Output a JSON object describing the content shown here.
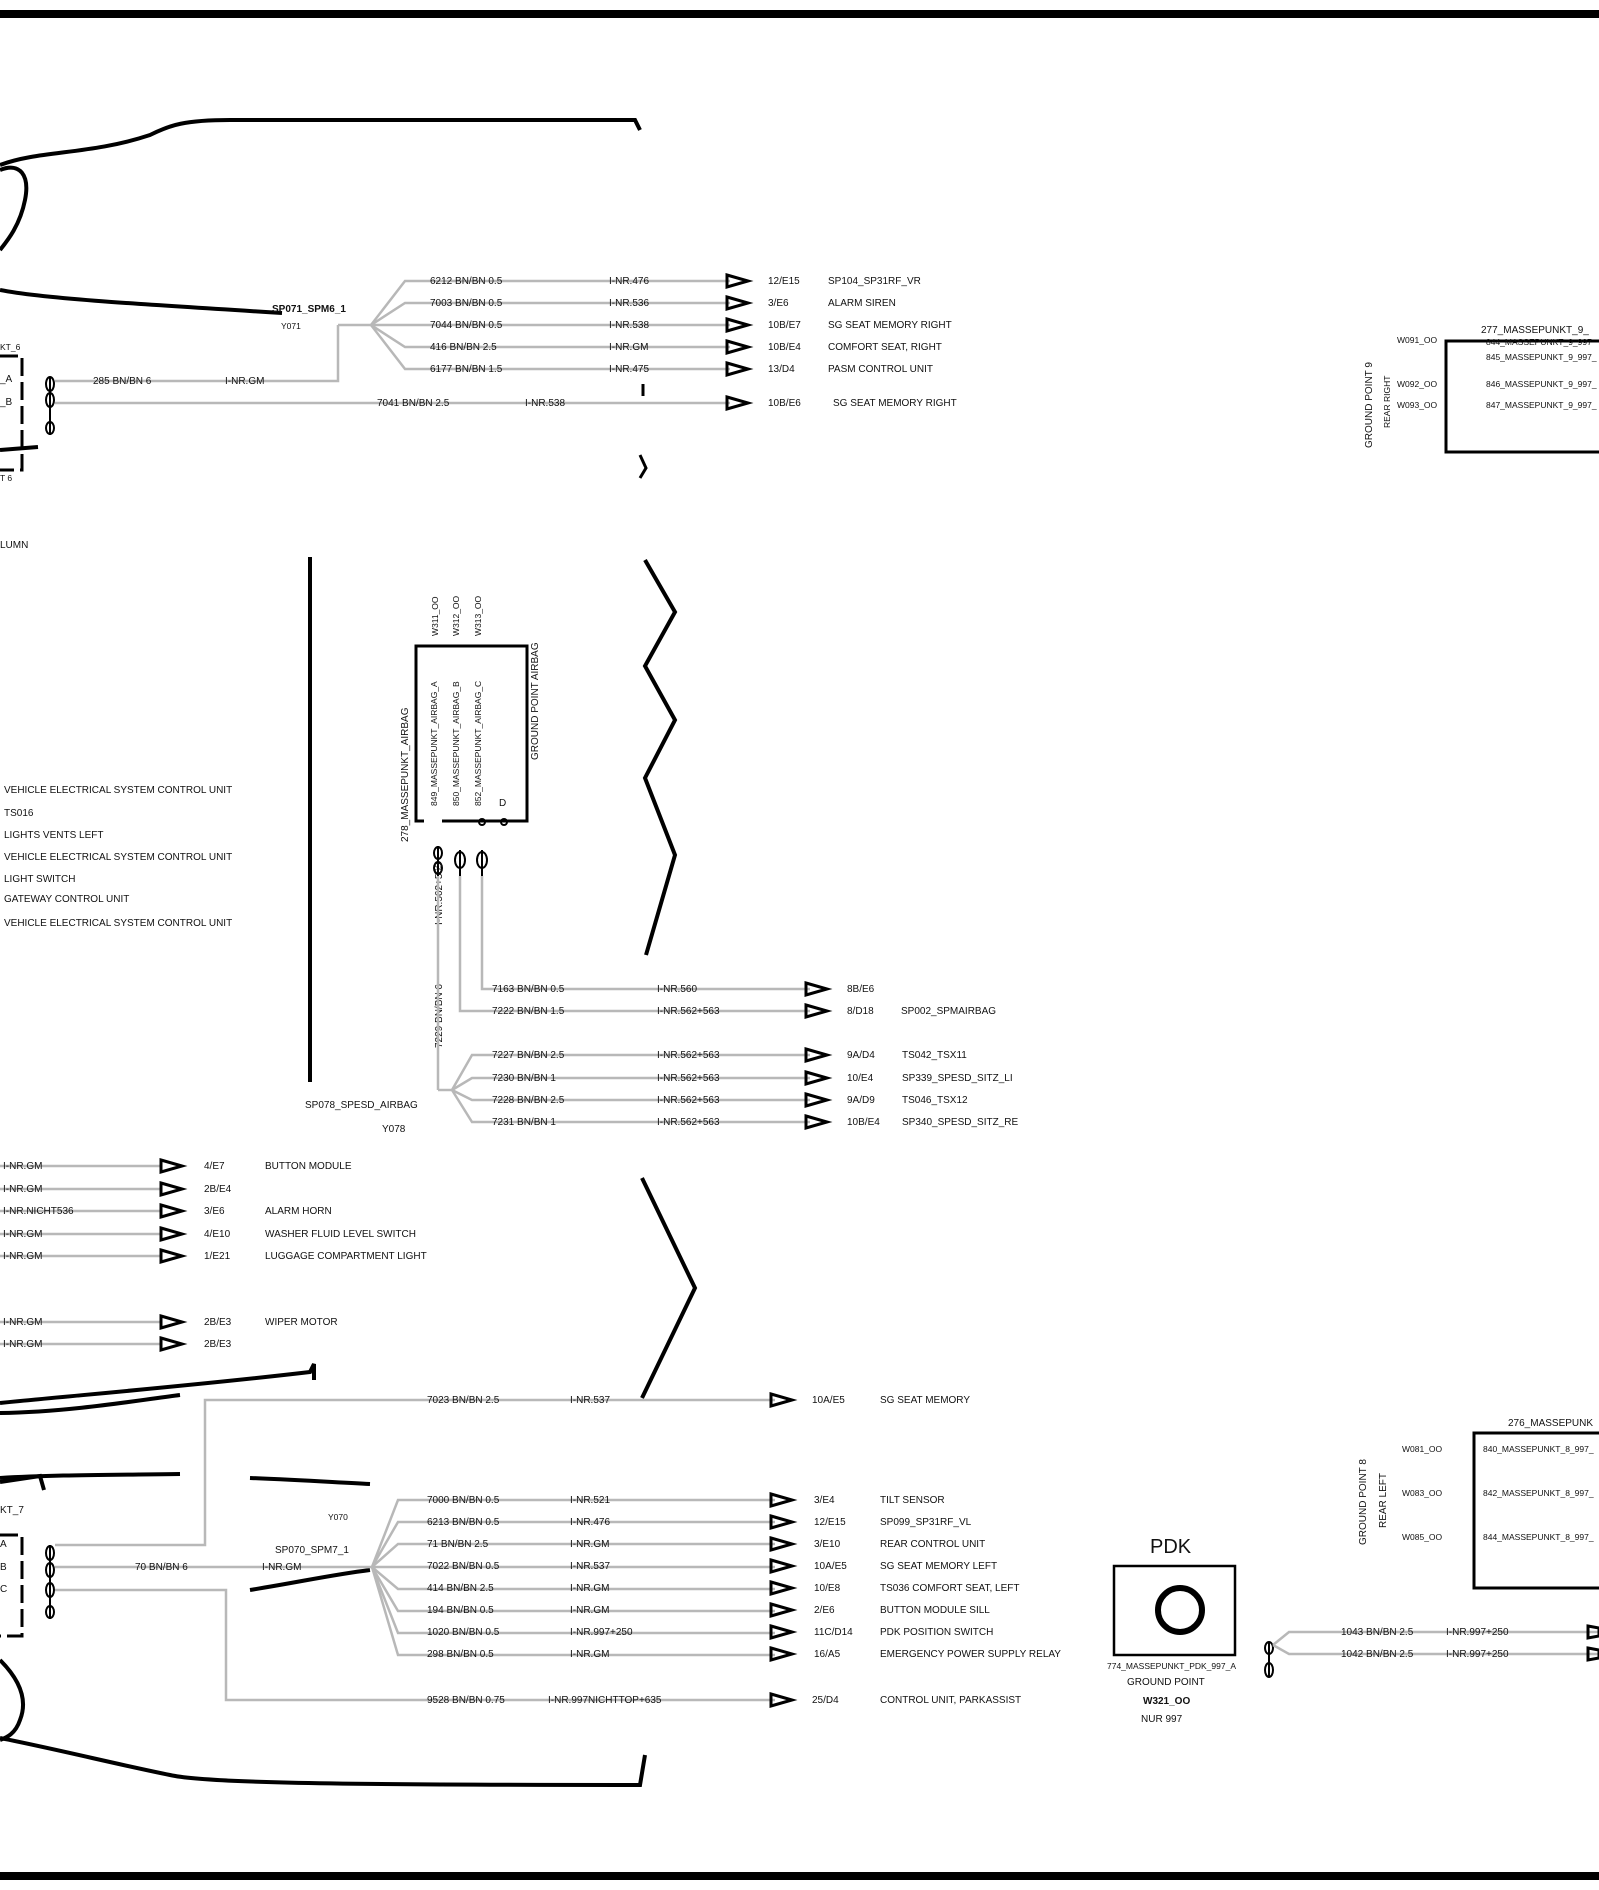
{
  "spm6": {
    "title": "SP071_SPM6_1",
    "code": "Y071",
    "partial_top": "KT_6",
    "pin_a": "_A",
    "pin_b": "_B",
    "partial_bottom": "T 6",
    "feed_wire": "285 BN/BN 6",
    "feed_inr": "I-NR.GM",
    "bypass_wire": "7041 BN/BN 2.5",
    "bypass_inr": "I-NR.538",
    "bypass_conn": "10B/E6",
    "bypass_dest": "SG   SEAT   MEMORY  RIGHT",
    "rows": [
      {
        "wire": "6212 BN/BN 0.5",
        "inr": "I-NR.476",
        "conn": "12/E15",
        "dest": "SP104_SP31RF_VR"
      },
      {
        "wire": "7003 BN/BN 0.5",
        "inr": "I-NR.536",
        "conn": "3/E6",
        "dest": "ALARM SIREN"
      },
      {
        "wire": "7044 BN/BN 0.5",
        "inr": "I-NR.538",
        "conn": "10B/E7",
        "dest": "SG   SEAT   MEMORY  RIGHT"
      },
      {
        "wire": "416 BN/BN 2.5",
        "inr": "I-NR.GM",
        "conn": "10B/E4",
        "dest": "COMFORT SEAT, RIGHT"
      },
      {
        "wire": "6177 BN/BN 1.5",
        "inr": "I-NR.475",
        "conn": "13/D4",
        "dest": "PASM CONTROL UNIT"
      }
    ]
  },
  "column_label": "LUMN",
  "left_list": [
    "VEHICLE ELECTRICAL SYSTEM  CONTROL UNIT",
    "TS016",
    "LIGHTS    VENTS     LEFT",
    "VEHICLE ELECTRICAL SYSTEM  CONTROL UNIT",
    "LIGHT SWITCH",
    "GATEWAY CONTROL UNIT",
    "VEHICLE ELECTRICAL SYSTEM  CONTROL UNIT"
  ],
  "airbag": {
    "wires_top": [
      "W311_OO",
      "W312_OO",
      "W313_OO"
    ],
    "side_label": "278_MASSEPUNKT_AIRBAG",
    "inner": [
      "849_MASSEPUNKT_AIRBAG_A",
      "850_MASSEPUNKT_AIRBAG_B",
      "852_MASSEPUNKT_AIRBAG_C"
    ],
    "ground_label": "GROUND POINT AIRBAG",
    "pin_d": "D",
    "left_wire_inr": "I-NR.562+563",
    "trunk_wire": "7229 BN/BN 6",
    "splice_label": "SP078_SPESD_AIRBAG",
    "splice_code": "Y078",
    "direct_rows": [
      {
        "wire": "7163 BN/BN 0.5",
        "inr": "I-NR.560",
        "conn": "8B/E6",
        "dest": ""
      },
      {
        "wire": "7222 BN/BN 1.5",
        "inr": "I-NR.562+563",
        "conn": "8/D18",
        "dest": "SP002_SPMAIRBAG"
      }
    ],
    "fan_rows": [
      {
        "wire": "7227 BN/BN 2.5",
        "inr": "I-NR.562+563",
        "conn": "9A/D4",
        "dest": "TS042_TSX11"
      },
      {
        "wire": "7230 BN/BN 1",
        "inr": "I-NR.562+563",
        "conn": "10/E4",
        "dest": "SP339_SPESD_SITZ_LI"
      },
      {
        "wire": "7228 BN/BN 2.5",
        "inr": "I-NR.562+563",
        "conn": "9A/D9",
        "dest": "TS046_TSX12"
      },
      {
        "wire": "7231 BN/BN 1",
        "inr": "I-NR.562+563",
        "conn": "10B/E4",
        "dest": "SP340_SPESD_SITZ_RE"
      }
    ]
  },
  "left_rows": [
    {
      "inr": "I-NR.GM",
      "conn": "4/E7",
      "dest": "BUTTON    MODULE"
    },
    {
      "inr": "I-NR.GM",
      "conn": "2B/E4",
      "dest": ""
    },
    {
      "inr": "I-NR.NICHT536",
      "conn": "3/E6",
      "dest": "ALARM HORN"
    },
    {
      "inr": "I-NR.GM",
      "conn": "4/E10",
      "dest": "WASHER FLUID LEVEL      SWITCH"
    },
    {
      "inr": "I-NR.GM",
      "conn": "1/E21",
      "dest": "LUGGAGE COMPARTMENT LIGHT"
    },
    {
      "inr": "I-NR.GM",
      "conn": "2B/E3",
      "dest": "WIPER MOTOR"
    },
    {
      "inr": "I-NR.GM",
      "conn": "2B/E3",
      "dest": ""
    }
  ],
  "spm7": {
    "title": "SP070_SPM7_1",
    "code": "Y070",
    "partial_top": "KT_7",
    "pin_a": "A",
    "pin_b": "B",
    "pin_c": "C",
    "feed_wire": "70 BN/BN 6",
    "feed_inr": "I-NR.GM",
    "top": {
      "wire": "7023 BN/BN 2.5",
      "inr": "I-NR.537",
      "conn": "10A/E5",
      "dest": "SG   SEAT   MEMORY"
    },
    "bottom": {
      "wire": "9528 BN/BN 0.75",
      "inr": "I-NR.997NICHTTOP+635",
      "conn": "25/D4",
      "dest": "CONTROL UNIT, PARKASSIST"
    },
    "rows": [
      {
        "wire": "7000 BN/BN 0.5",
        "inr": "I-NR.521",
        "conn": "3/E4",
        "dest": "TILT SENSOR"
      },
      {
        "wire": "6213 BN/BN 0.5",
        "inr": "I-NR.476",
        "conn": "12/E15",
        "dest": "SP099_SP31RF_VL"
      },
      {
        "wire": "71 BN/BN 2.5",
        "inr": "I-NR.GM",
        "conn": "3/E10",
        "dest": "REAR CONTROL UNIT"
      },
      {
        "wire": "7022 BN/BN 0.5",
        "inr": "I-NR.537",
        "conn": "10A/E5",
        "dest": "SG   SEAT   MEMORY    LEFT"
      },
      {
        "wire": "414 BN/BN 2.5",
        "inr": "I-NR.GM",
        "conn": "10/E8",
        "dest": "TS036    COMFORT SEAT, LEFT"
      },
      {
        "wire": "194 BN/BN 0.5",
        "inr": "I-NR.GM",
        "conn": "2/E6",
        "dest": "BUTTON  MODULE  SILL"
      },
      {
        "wire": "1020 BN/BN 0.5",
        "inr": "I-NR.997+250",
        "conn": "11C/D14",
        "dest": "PDK    POSITION SWITCH"
      },
      {
        "wire": "298 BN/BN 0.5",
        "inr": "I-NR.GM",
        "conn": "16/A5",
        "dest": "EMERGENCY POWER SUPPLY RELAY"
      }
    ]
  },
  "gp9": {
    "title": "277_MASSEPUNKT_9_",
    "side": "GROUND POINT 9",
    "side2": "REAR RIGHT",
    "pins": [
      {
        "w": "W091_OO",
        "label": "845_MASSEPUNKT_9_997_"
      },
      {
        "w": "W092_OO",
        "label": "846_MASSEPUNKT_9_997_"
      },
      {
        "w": "W093_OO",
        "label": "847_MASSEPUNKT_9_997_"
      }
    ],
    "overlap": "844_MASSEPUNKT_9_997"
  },
  "gp8": {
    "title": "276_MASSEPUNK",
    "side": "GROUND POINT 8",
    "side2": "REAR LEFT",
    "pins": [
      {
        "w": "W081_OO",
        "label": "840_MASSEPUNKT_8_997_"
      },
      {
        "w": "W083_OO",
        "label": "842_MASSEPUNKT_8_997_"
      },
      {
        "w": "W085_OO",
        "label": "844_MASSEPUNKT_8_997_"
      }
    ]
  },
  "pdk": {
    "title": "PDK",
    "ref": "774_MASSEPUNKT_PDK_997_A",
    "label": "GROUND POINT",
    "code": "W321_OO",
    "note": "NUR 997",
    "rows": [
      {
        "wire": "1043 BN/BN 2.5",
        "inr": "I-NR.997+250"
      },
      {
        "wire": "1042 BN/BN 2.5",
        "inr": "I-NR.997+250"
      }
    ]
  }
}
